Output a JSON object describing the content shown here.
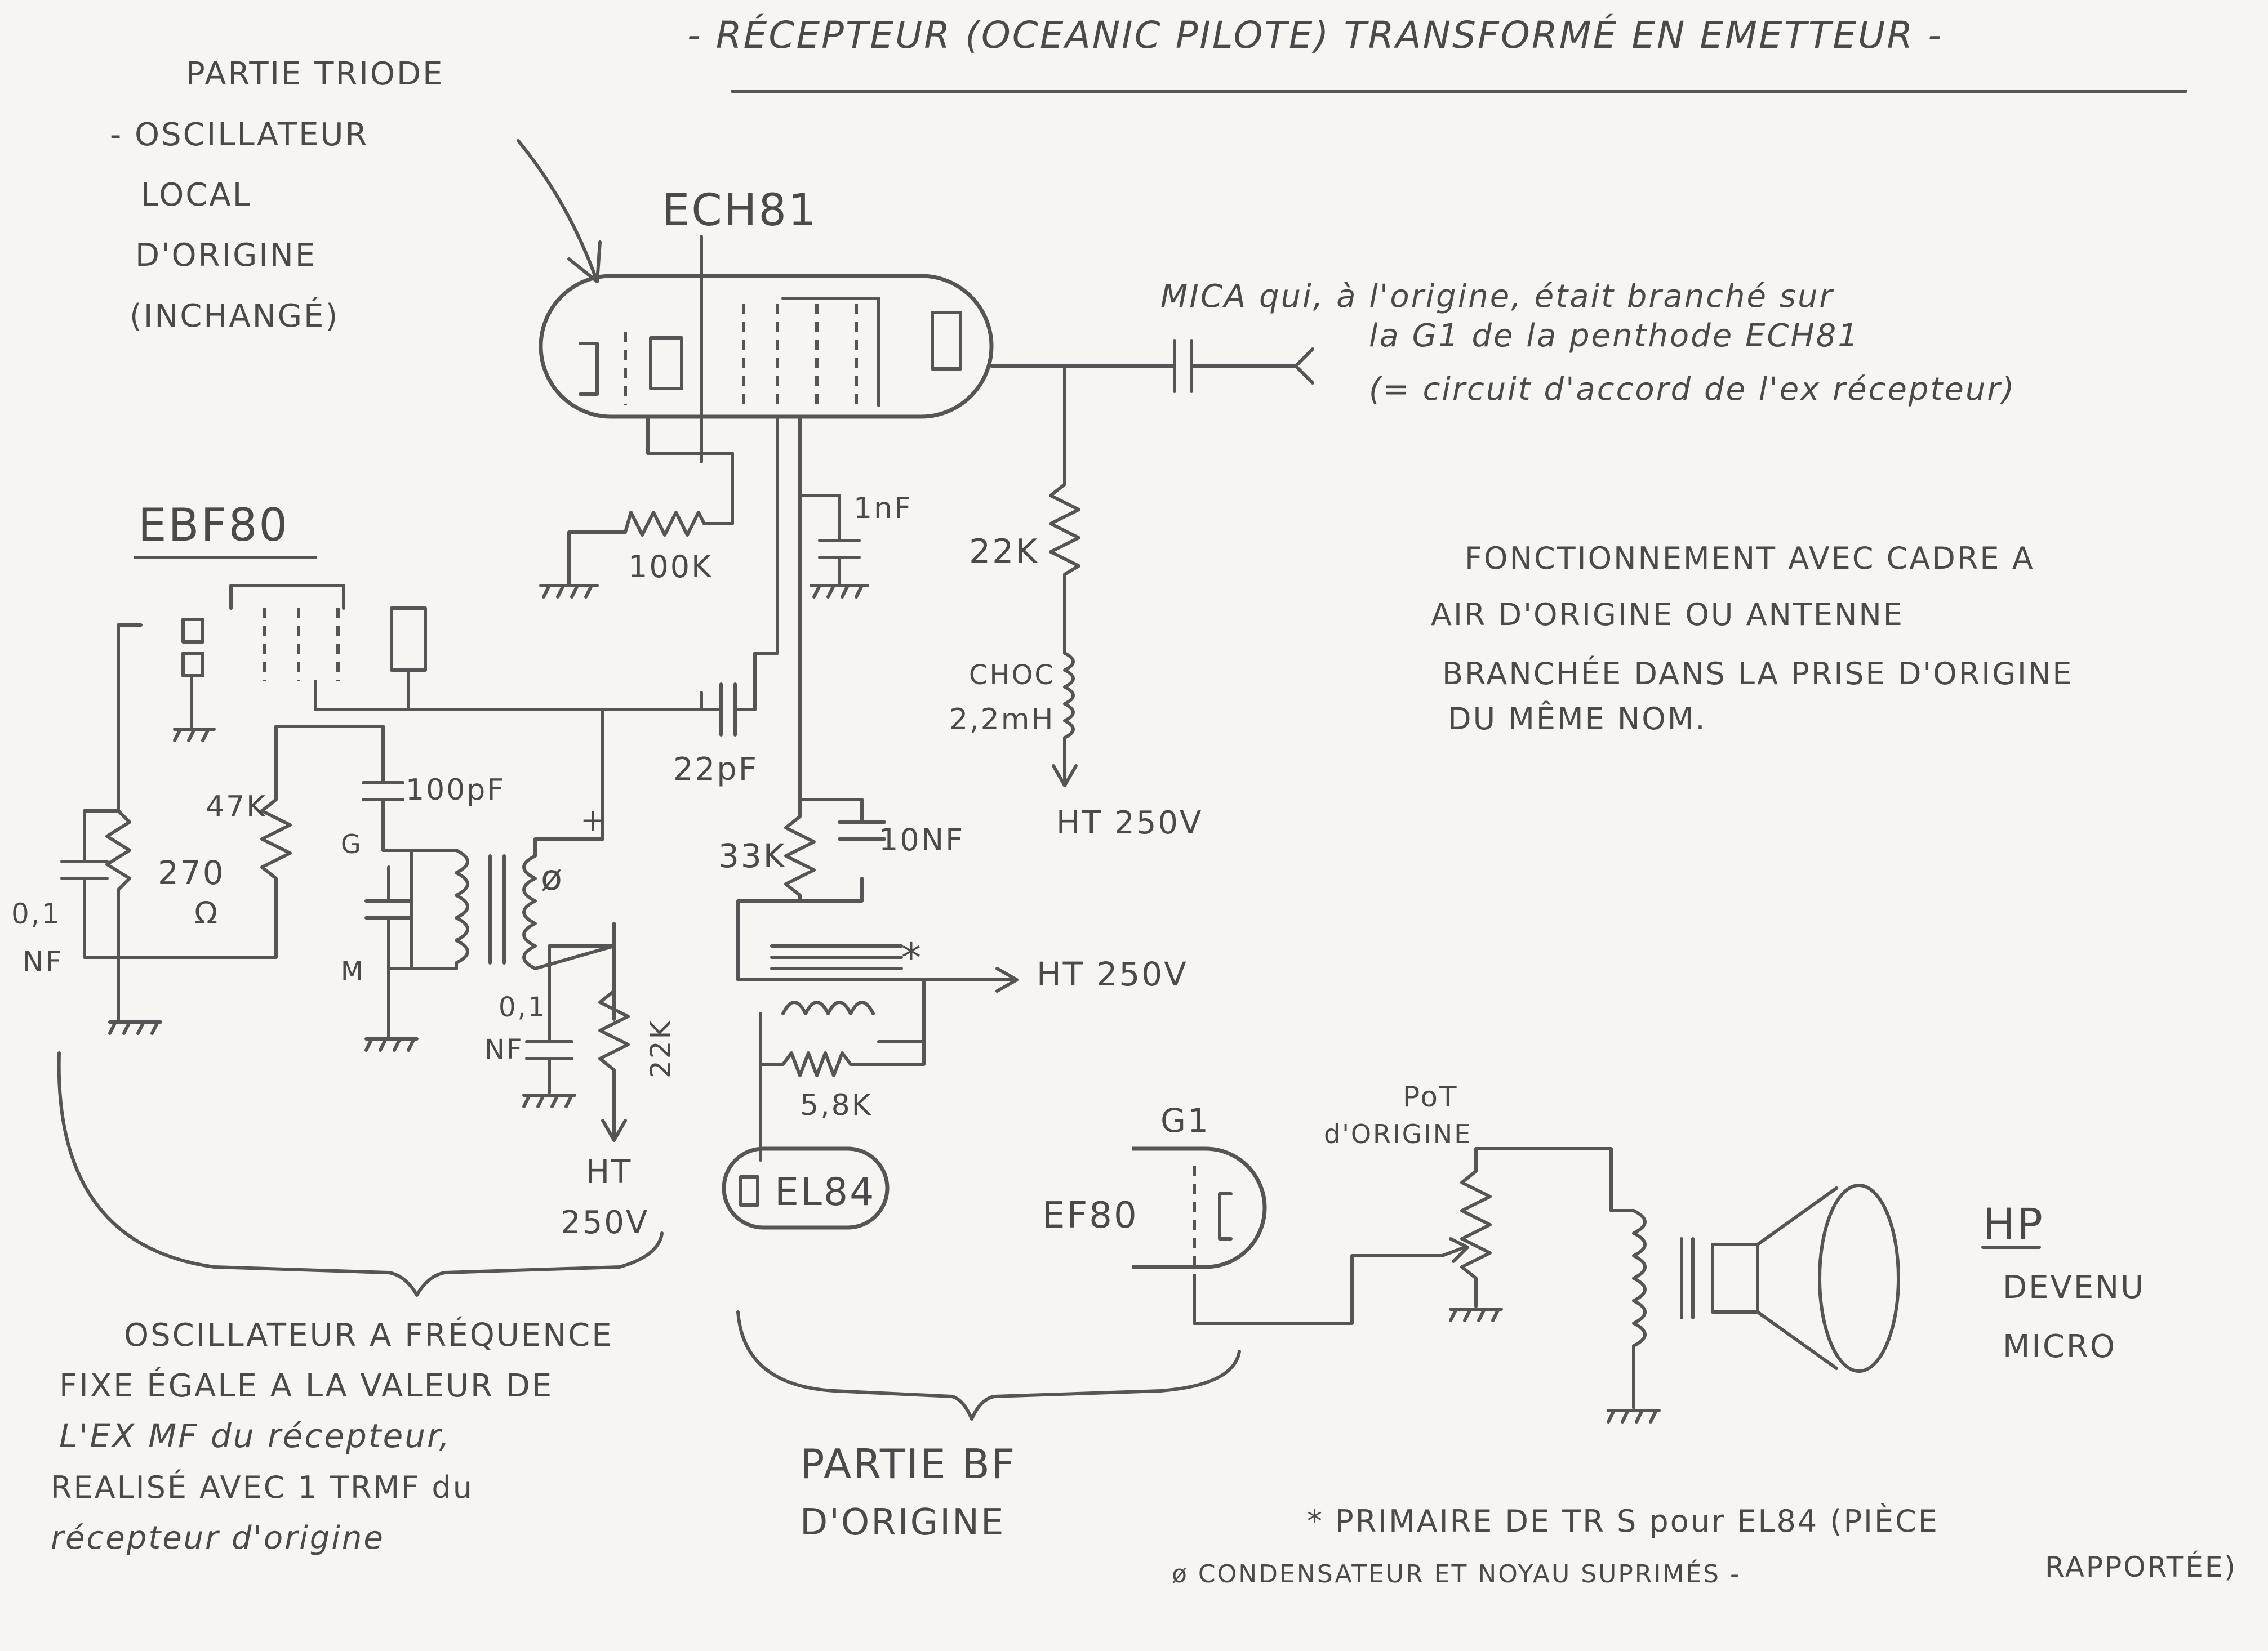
{
  "title": "- RÉCEPTEUR (OCEANIC PILOTE) TRANSFORMÉ EN EMETTEUR -",
  "triode_note": [
    "PARTIE TRIODE",
    "- OSCILLATEUR",
    "LOCAL",
    "D'ORIGINE",
    "(INCHANGÉ)"
  ],
  "tubes": {
    "ech81": "ECH81",
    "ebf80": "EBF80",
    "el84": "EL84",
    "ef80": "EF80"
  },
  "mica_note": [
    "MICA qui, à l'origine, était branché sur",
    "la G1 de la penthode ECH81",
    "(= circuit d'accord de l'ex récepteur)"
  ],
  "components": {
    "r100k": "100K",
    "c1nf": "1nF",
    "r22k_top": "22K",
    "choc": "CHOC",
    "choc_value": "2,2mH",
    "ht_top": "HT 250V",
    "c22pf": "22pF",
    "r47k": "47K",
    "c100pf": "100pF",
    "r270": "270",
    "ohm": "Ω",
    "c01a": "0,1",
    "nf_a": "NF",
    "g_label": "G",
    "m_label": "M",
    "phi": "ø",
    "plus": "+",
    "c01b": "0,1",
    "nf_b": "NF",
    "r22k_low": "22K",
    "ht_low": "HT",
    "ht_low_v": "250V",
    "r33k": "33K",
    "c10nf": "10NF",
    "star": "*",
    "ht_mid": "HT 250V",
    "r58k": "5,8K",
    "g1": "G1",
    "pot": "PoT",
    "pot_origin": "d'ORIGINE"
  },
  "function_note": [
    "FONCTIONNEMENT AVEC CADRE A",
    "AIR D'ORIGINE OU ANTENNE",
    "BRANCHÉE DANS LA PRISE D'ORIGINE",
    "DU MÊME NOM."
  ],
  "hp_label": "HP",
  "hp_note": [
    "DEVENU",
    "MICRO"
  ],
  "osc_note": [
    "OSCILLATEUR A FRÉQUENCE",
    "FIXE ÉGALE A LA VALEUR DE",
    "L'EX MF du récepteur,",
    "REALISÉ AVEC 1 TRMF du",
    "récepteur d'origine"
  ],
  "bf_note": [
    "PARTIE BF",
    "D'ORIGINE"
  ],
  "footnotes": {
    "star": "* PRIMAIRE DE TR S pour EL84 (PIÈCE",
    "star_cont": "RAPPORTÉE)",
    "phi": "ø CONDENSATEUR ET NOYAU SUPRIMÉS -"
  }
}
